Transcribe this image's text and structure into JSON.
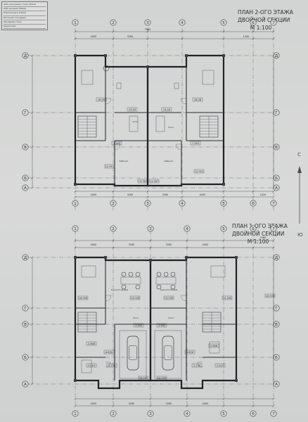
{
  "legend": {
    "lines": [
      "Ф/Ф ненесущая стена 150мм",
      "Ф/Ф несущая 380мм",
      "Перегородка 100мм",
      "Бетонная площадка",
      "Фасадная стена",
      "Кирпичная"
    ]
  },
  "floor2": {
    "title": [
      "ПЛАН 2-ОГО ЭТАЖА",
      "ДВОЙНОЙ СЕКЦИИ",
      "М 1:100"
    ],
    "col_axes": [
      "1",
      "2",
      "3",
      "4",
      "5",
      "6",
      "7"
    ],
    "row_axes": [
      "Д",
      "Г",
      "В",
      "Б",
      "А"
    ],
    "areas": [
      "18.08",
      "13.04",
      "13.04",
      "18.08",
      "12.951",
      "13.367",
      "13.367",
      "12.951",
      "7.263",
      "7.263"
    ],
    "rooms": [
      "Холл",
      "Холл",
      "Кабинет",
      "Кабинет"
    ],
    "top_dims": [
      "7680",
      "4400",
      "3260",
      "1440"
    ],
    "bottom_dims": [
      "4400",
      "3260",
      "3260",
      "4400",
      "2420"
    ]
  },
  "floor1": {
    "title": [
      "ПЛАН 1-ОГО ЭТАЖА",
      "ДВОЙНОЙ СЕКЦИИ",
      "М 1:100"
    ],
    "col_axes": [
      "1",
      "2",
      "3",
      "4",
      "5",
      "6",
      "7"
    ],
    "row_axes": [
      "Д",
      "Г",
      "В",
      "Б",
      "А"
    ],
    "areas": [
      "16.908",
      "13.028",
      "13.039",
      "24.300",
      "16.908",
      "3.960",
      "3.960",
      "2.868",
      "2.868",
      "8.626",
      "8.626",
      "2.010",
      "2.010",
      "2.230",
      "2.230",
      "18.000",
      "18.000"
    ],
    "rooms": [
      "Кухня-Столовая",
      "Кухня-Столовая",
      "Холл",
      "Холл"
    ],
    "top_dims": [
      "4400",
      "3260",
      "3260",
      "4400",
      "3380"
    ],
    "bottom_dims": [
      "4400",
      "3260",
      "3260",
      "4400"
    ]
  },
  "compass": {
    "north": "С",
    "south": "Ю"
  }
}
